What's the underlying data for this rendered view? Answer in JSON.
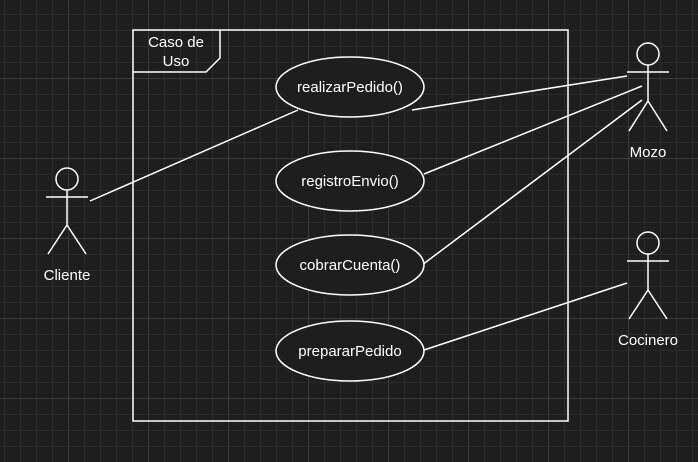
{
  "diagram": {
    "system": {
      "title_line1": "Caso de",
      "title_line2": "Uso"
    },
    "use_cases": [
      {
        "id": "realizar-pedido",
        "label": "realizarPedido()"
      },
      {
        "id": "registro-envio",
        "label": "registroEnvio()"
      },
      {
        "id": "cobrar-cuenta",
        "label": "cobrarCuenta()"
      },
      {
        "id": "preparar-pedido",
        "label": "prepararPedido"
      }
    ],
    "actors": [
      {
        "id": "cliente",
        "label": "Cliente"
      },
      {
        "id": "mozo",
        "label": "Mozo"
      },
      {
        "id": "cocinero",
        "label": "Cocinero"
      }
    ],
    "associations": [
      {
        "actor": "cliente",
        "use_case": "realizar-pedido"
      },
      {
        "actor": "mozo",
        "use_case": "realizar-pedido"
      },
      {
        "actor": "mozo",
        "use_case": "registro-envio"
      },
      {
        "actor": "mozo",
        "use_case": "cobrar-cuenta"
      },
      {
        "actor": "cocinero",
        "use_case": "preparar-pedido"
      }
    ]
  },
  "colors": {
    "background": "#1e1e1e",
    "stroke": "#ffffff",
    "text": "#ffffff"
  }
}
